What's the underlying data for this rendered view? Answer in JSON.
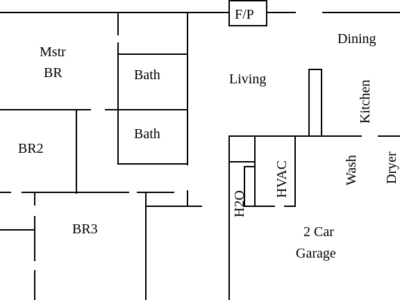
{
  "rooms": {
    "master_bedroom": [
      "Mstr",
      "BR"
    ],
    "bath_1": "Bath",
    "bath_2": "Bath",
    "bedroom_2": "BR2",
    "bedroom_3": "BR3",
    "living": "Living",
    "dining": "Dining",
    "kitchen": "Kitchen",
    "fireplace": "F/P",
    "hvac": "HVAC",
    "water_heater": "H2O",
    "washer": "Wash",
    "dryer": "Dryer",
    "garage": [
      "2 Car",
      "Garage"
    ]
  }
}
